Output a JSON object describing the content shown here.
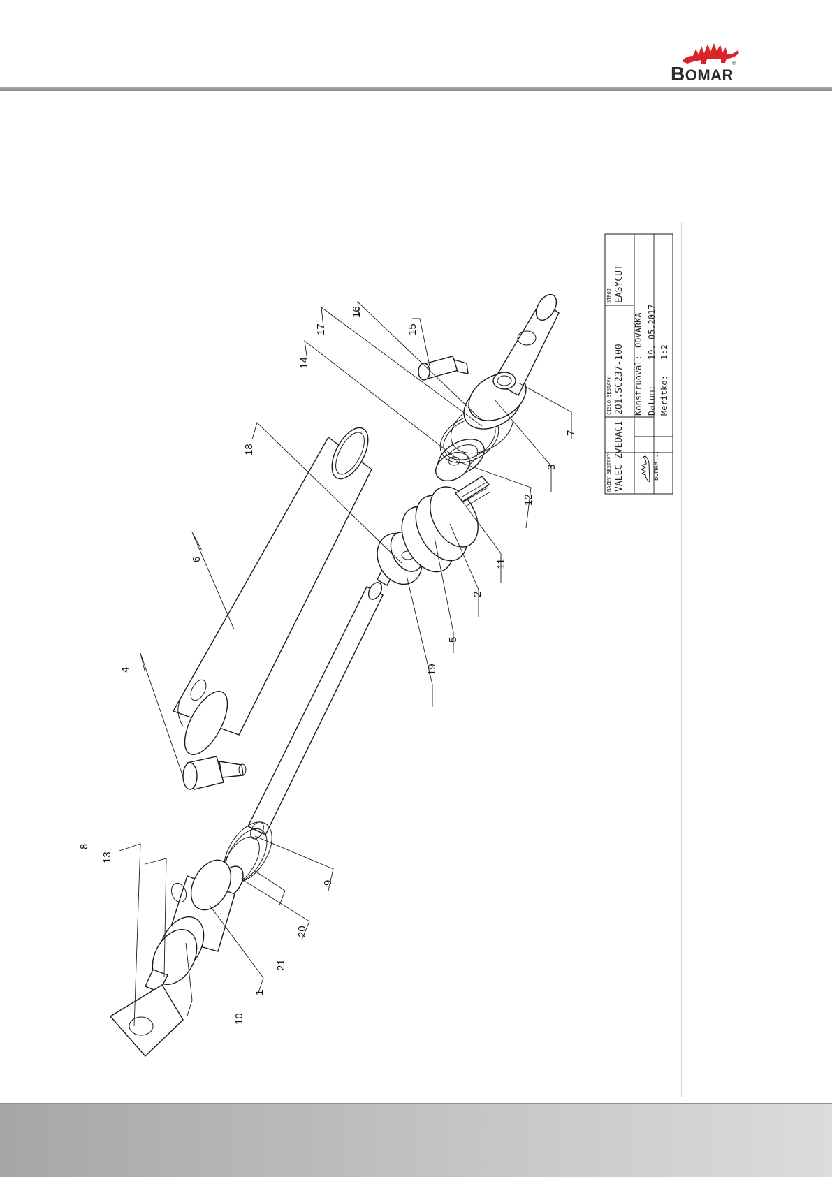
{
  "logo": {
    "name": "bomar-logo",
    "text_b": "B",
    "text_rest": "OMAR",
    "reg": "®",
    "color": "#d9252a"
  },
  "title_block": {
    "assembly_name_label": "NAZEV SESTAVY",
    "assembly_name": "VALEC ZVEDACI",
    "drawing_number_label": "CISLO SESTAVY",
    "drawing_number": "201.SC237-100",
    "machine_label": "STROJ",
    "machine": "EASYCUT",
    "designer_label": "Konstruoval:",
    "designer": "ODVARKA",
    "date_label": "Datum:",
    "date": "19. 05.2017",
    "scale_label": "Meritko:",
    "scale": "1:2",
    "logo_text": "BOMAR..."
  },
  "callouts": [
    "1",
    "2",
    "3",
    "4",
    "5",
    "6",
    "7",
    "8",
    "9",
    "10",
    "11",
    "12",
    "13",
    "14",
    "15",
    "16",
    "17",
    "18",
    "19",
    "20",
    "21"
  ],
  "colors": {
    "header_rule": "#9a9a9a",
    "footer_band": "#c4c4c4",
    "line": "#1a1a1a"
  }
}
